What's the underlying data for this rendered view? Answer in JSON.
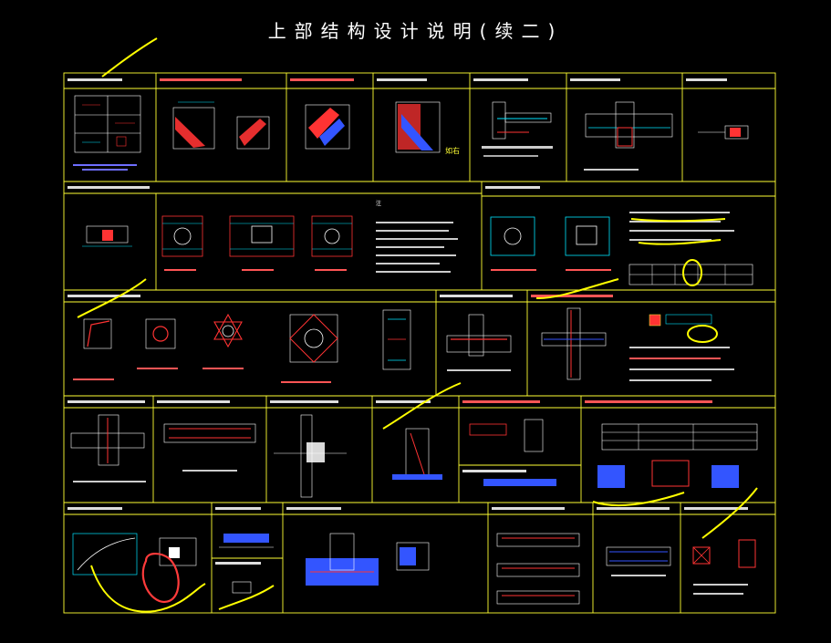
{
  "sheet": {
    "title": "上部结构设计说明(续二)"
  },
  "colors": {
    "background": "#000000",
    "frame": "#ffff33",
    "text": "#ffffff",
    "rebar_red": "#ff3333",
    "hatch_blue": "#3355ff",
    "cyan": "#00e5ff",
    "markup_yellow": "#ffff00",
    "markup_red": "#ff3b3b"
  },
  "notes": {
    "handwritten_1": "如右",
    "zhu": "注"
  }
}
